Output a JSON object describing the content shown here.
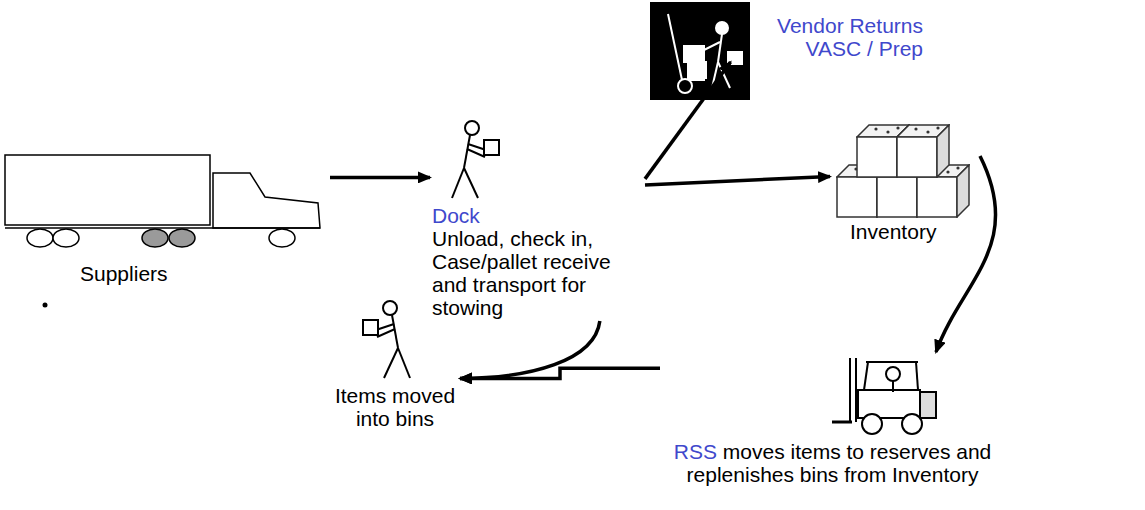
{
  "diagram": {
    "nodes": [
      {
        "text": [
          "Suppliers"
        ]
      },
      {
        "text": [
          "Dock",
          "Unload, check in, Case/pallet receive and transport for stowing"
        ]
      },
      {
        "text": [
          "Vendor Returns VASC / Prep"
        ]
      },
      {
        "text": [
          "Inventory"
        ]
      },
      {
        "text": [
          "RSS",
          "moves items to reserves and replenishes bins from Inventory"
        ]
      },
      {
        "text": [
          "Items moved into bins"
        ]
      }
    ],
    "edges": [
      {
        "from": 0,
        "to": 1,
        "arrow": "to"
      },
      {
        "from": 1,
        "to": 2,
        "arrow": "to"
      },
      {
        "from": 1,
        "to": 3,
        "arrow": "to"
      },
      {
        "from": 3,
        "to": 4,
        "arrow": "to"
      },
      {
        "from": 4,
        "to": 5,
        "arrow": "to"
      },
      {
        "from": 1,
        "to": 5,
        "arrow": "to"
      }
    ]
  }
}
